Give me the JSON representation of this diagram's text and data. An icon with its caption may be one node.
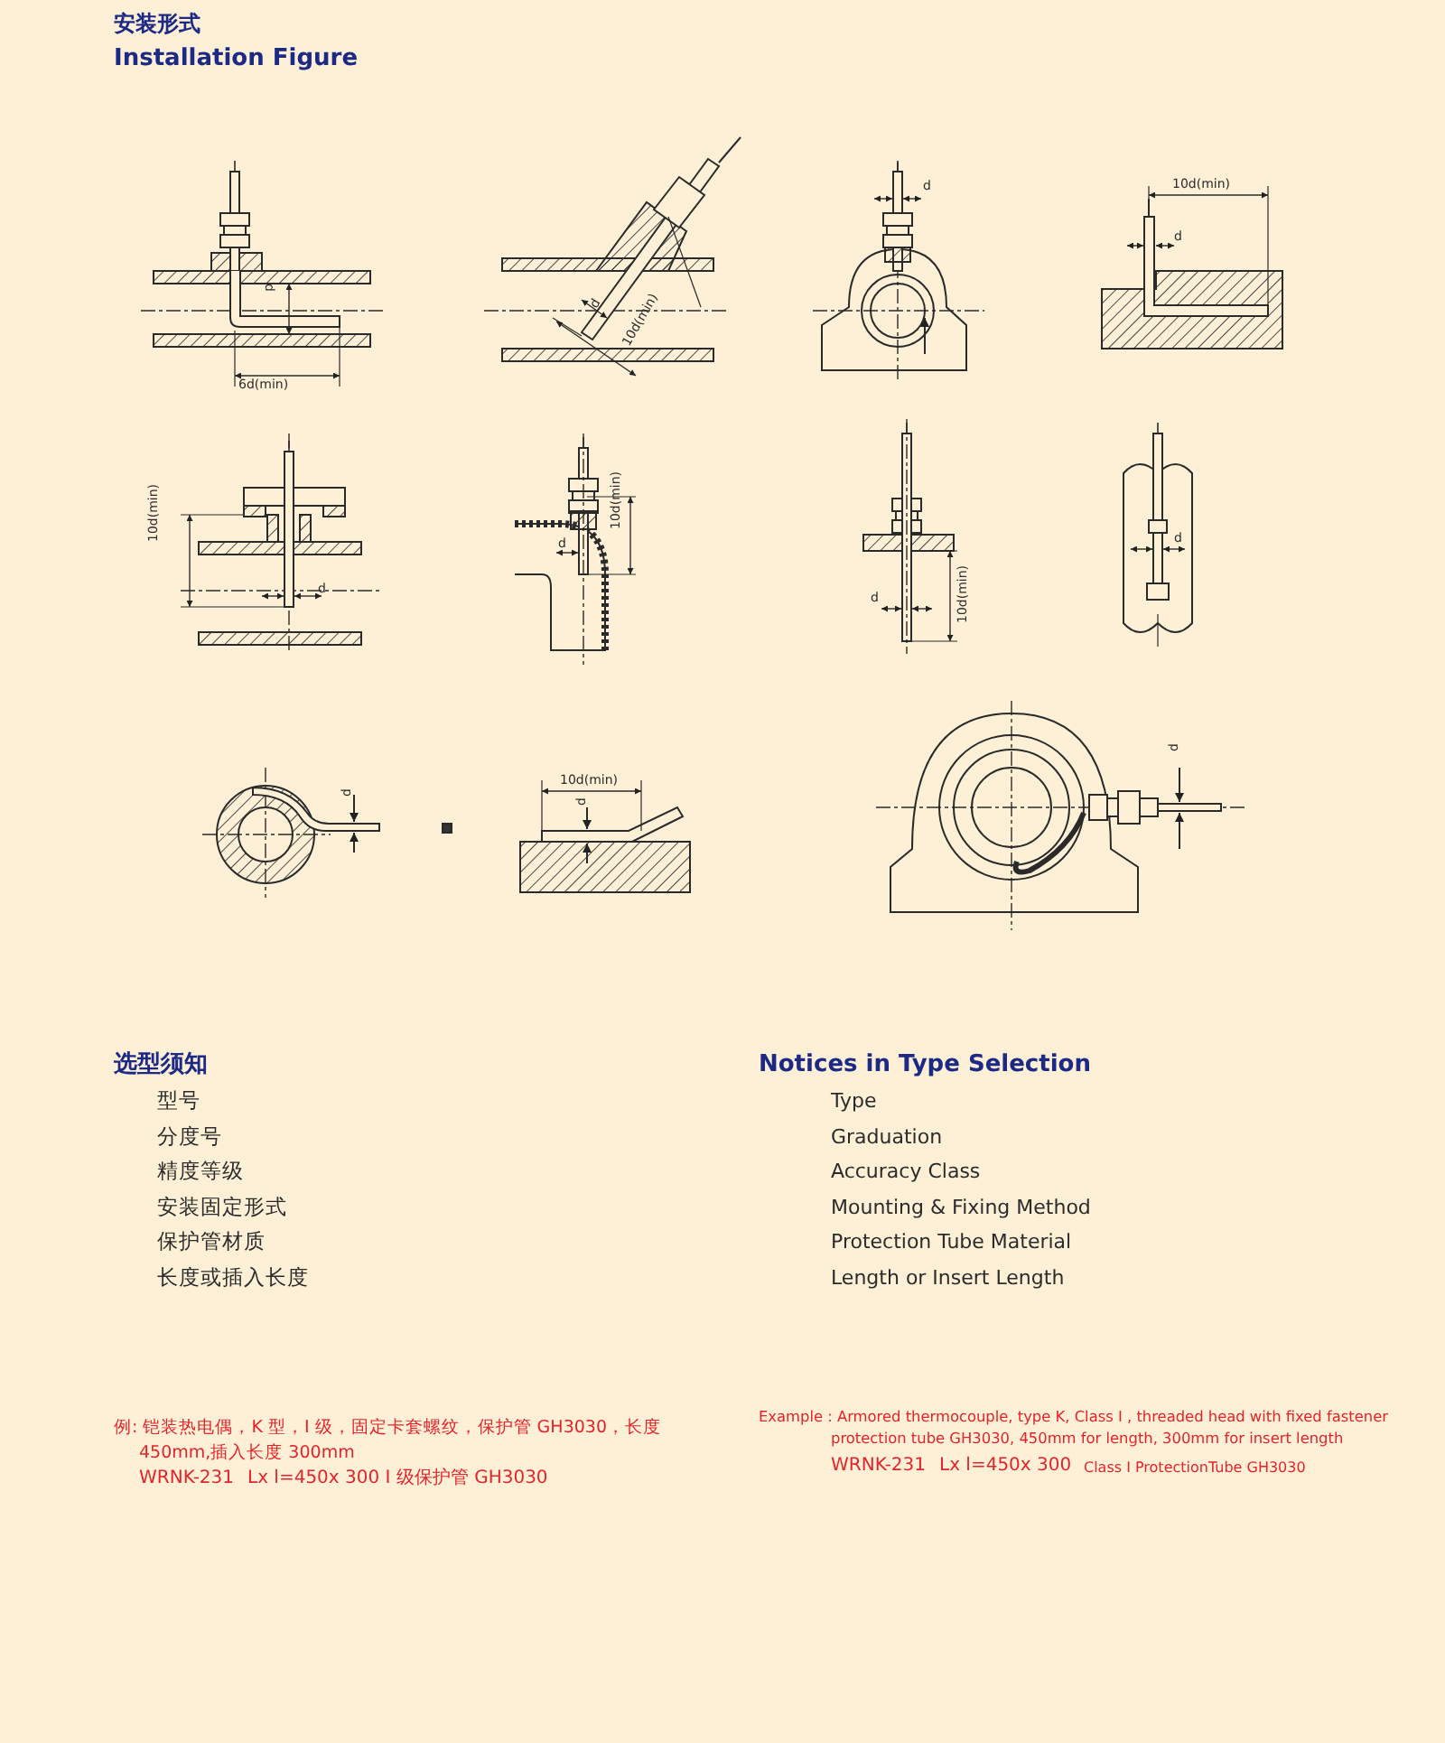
{
  "diagram": {
    "labels": [
      "安装形式",
      "Installation Figure",
      "d",
      "6d(min)",
      "d",
      "10d(min)",
      "d",
      "10d(min)",
      "d",
      "10d(min)",
      "d",
      "d",
      "10d(min)",
      "d",
      "10d(min)",
      "d",
      "d",
      "10d(min)",
      "d",
      "d",
      "选型须知",
      "Notices in Type Selection",
      "型号",
      "Type",
      "分度号",
      "Graduation",
      "精度等级",
      "Accuracy Class",
      "安装固定形式",
      "Mounting & Fixing Method",
      "保护管材质",
      "Protection Tube Material",
      "长度或插入长度",
      "Length or Insert Length",
      "例: 铠装热电偶，K 型，Ⅰ 级，固定卡套螺纹，保护管 GH3030，长度450mm,插入长度 300mm",
      "WRNK-231",
      "Lx l=450x 300 Ⅰ 级保护管 GH3030",
      "Example : Armored thermocouple, type K, Class I , threaded head with fixed fastener protection tube GH3030, 450mm for length, 300mm for insert length",
      "WRNK-231",
      "Lx l=450x 300",
      "Class I ProtectionTube GH3030"
    ]
  }
}
